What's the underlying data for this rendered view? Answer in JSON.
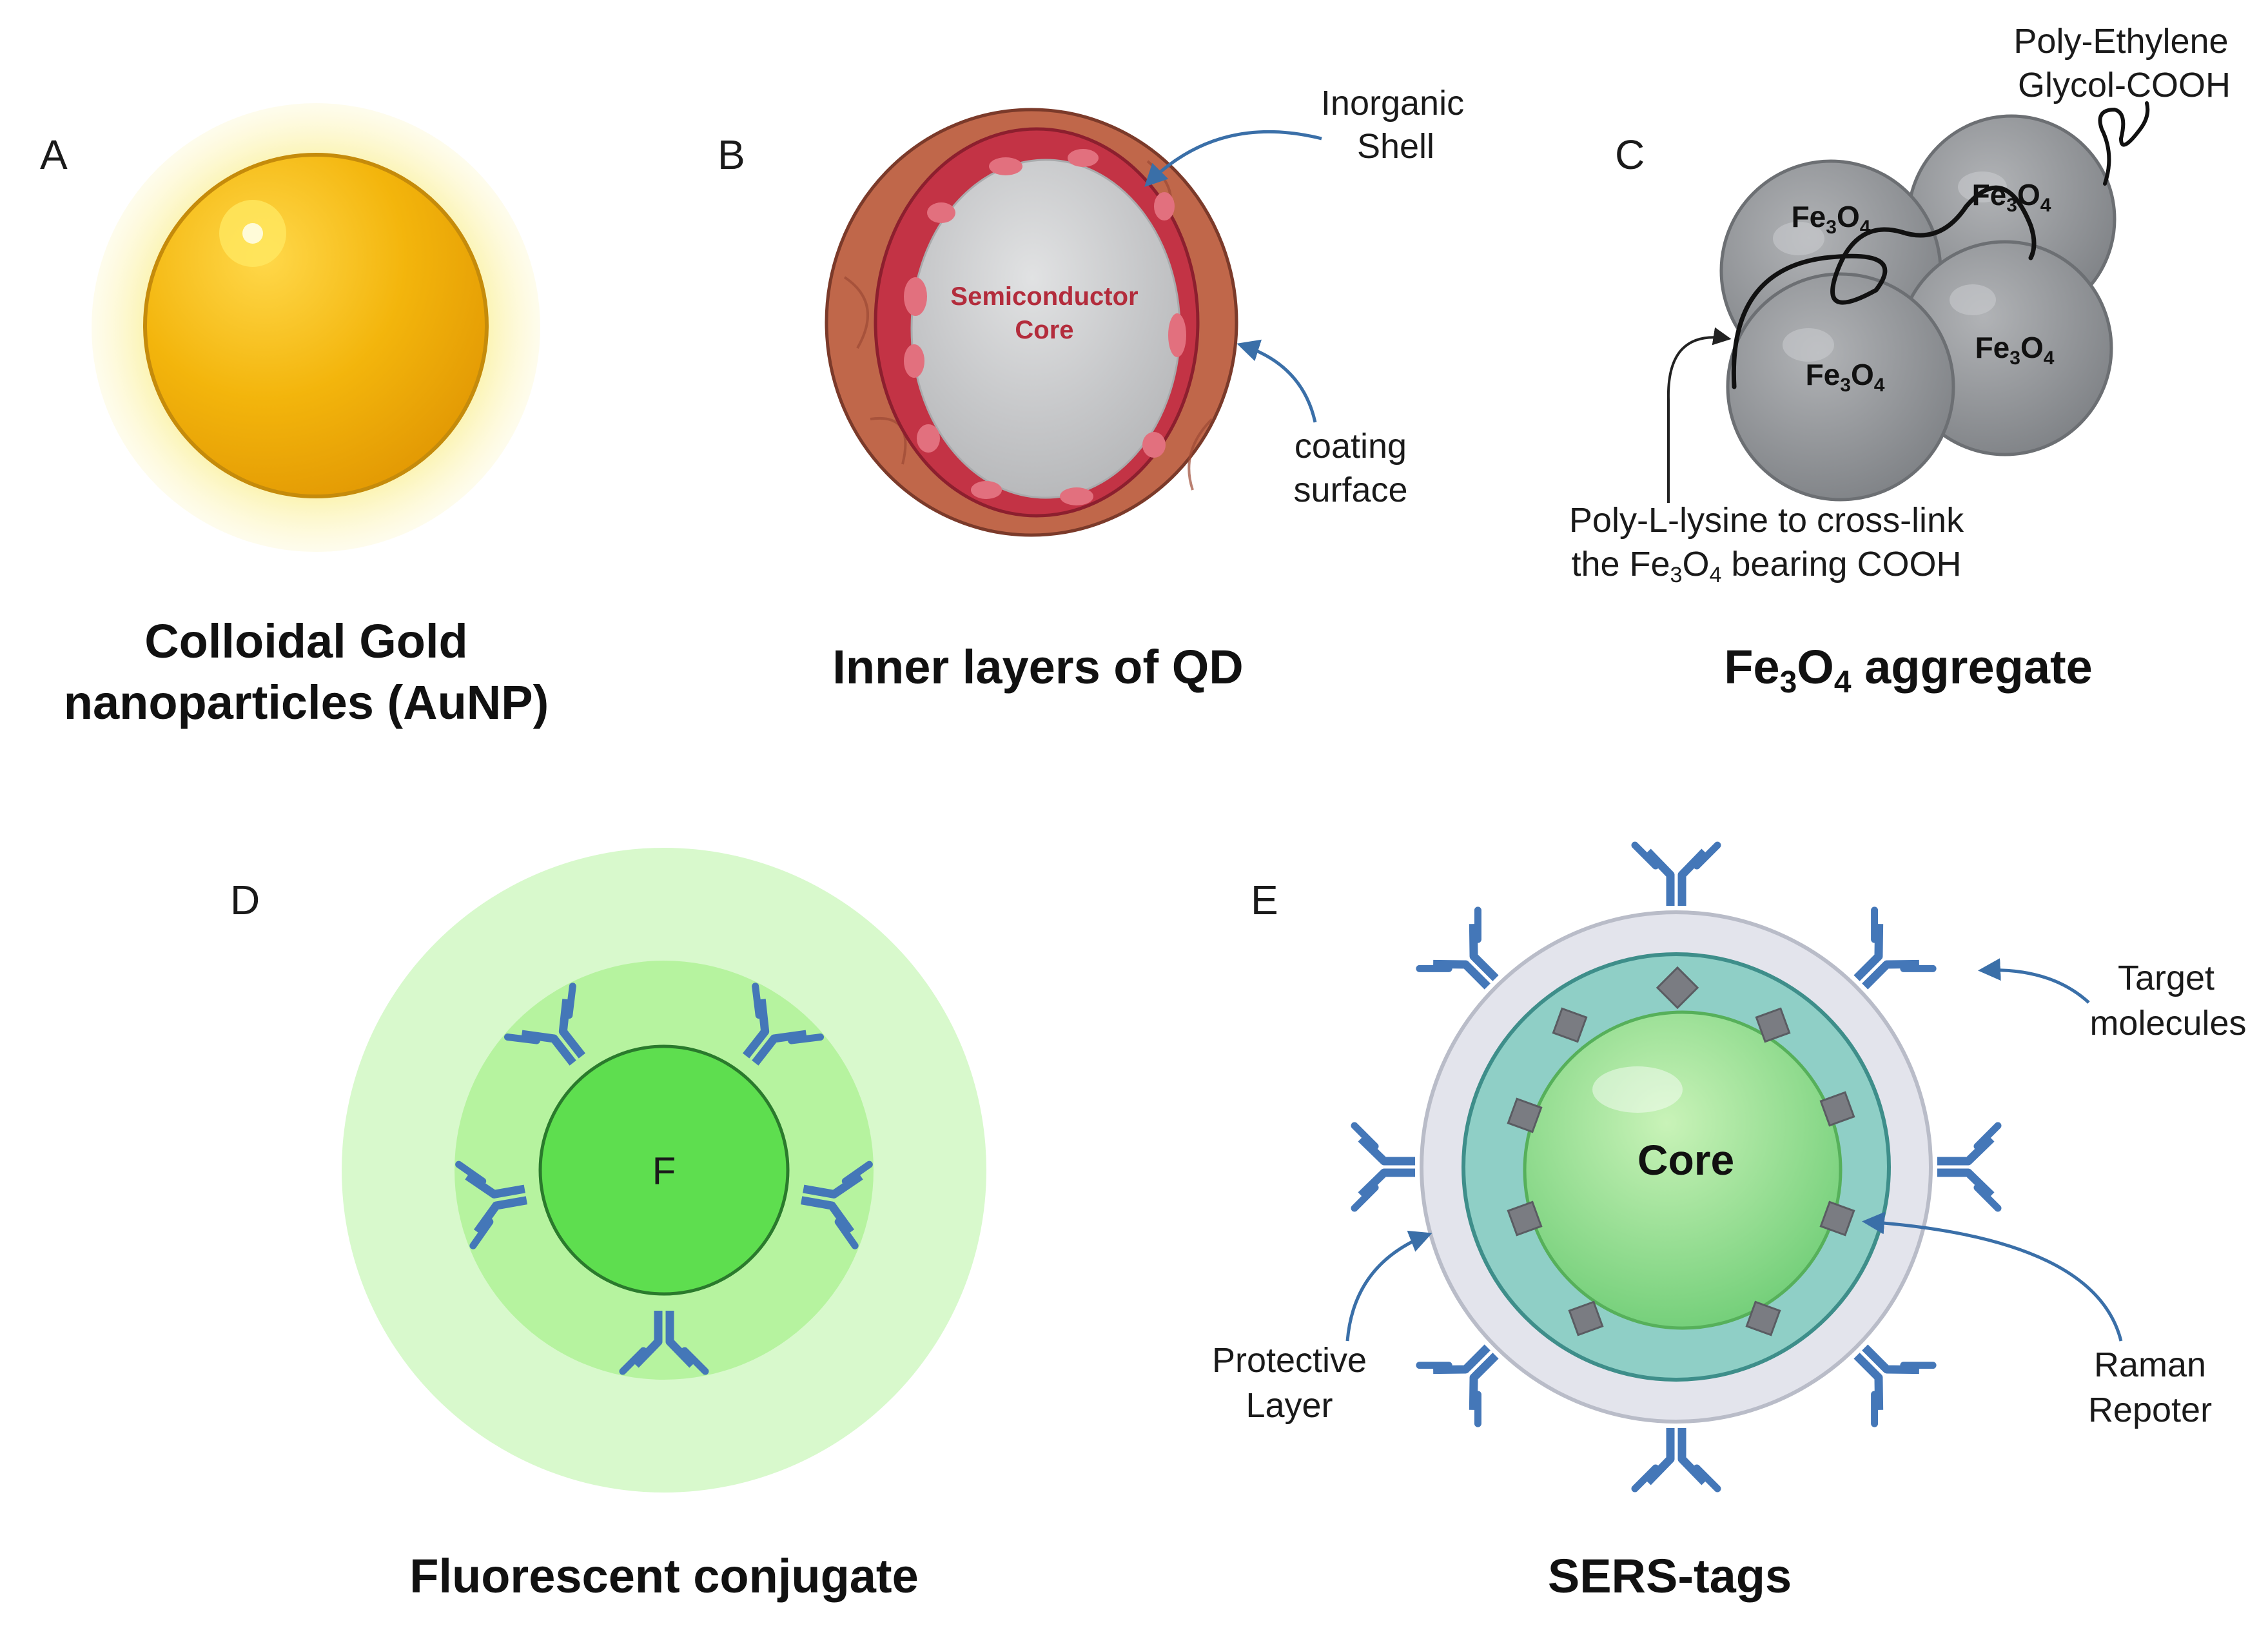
{
  "colors": {
    "gold": "#f2b20a",
    "gold_glow": "#fbf3a6",
    "shell_red": "#c83a4a",
    "core_gray": "#c9cacc",
    "iron_gray": "#8f9296",
    "antibody_blue": "#4477b8",
    "fluor_green": "#62dd54",
    "sers_teal": "#88c9c4",
    "arrow_blue": "#3a6fa8"
  },
  "panels": {
    "A": {
      "letter": "A",
      "title_line1": "Colloidal Gold",
      "title_line2": "nanoparticles (AuNP)"
    },
    "B": {
      "letter": "B",
      "core_line1": "Semiconductor",
      "core_line2": "Core",
      "shell_line1": "Inorganic",
      "shell_line2": "Shell",
      "coating_line1": "coating",
      "coating_line2": "surface",
      "title": "Inner layers of QD"
    },
    "C": {
      "letter": "C",
      "peg_line1": "Poly-Ethylene",
      "peg_line2": "Glycol-COOH",
      "sphere_label_base": "Fe",
      "sphere_label_sub1": "3",
      "sphere_label_mid": "O",
      "sphere_label_sub2": "4",
      "pll_line1": "Poly-L-lysine to cross-link",
      "pll_line2_a": "the Fe",
      "pll_line2_sub1": "3",
      "pll_line2_b": "O",
      "pll_line2_sub2": "4",
      "pll_line2_c": " bearing COOH",
      "title_a": "Fe",
      "title_sub1": "3",
      "title_b": "O",
      "title_sub2": "4",
      "title_c": " aggregate"
    },
    "D": {
      "letter": "D",
      "center": "F",
      "title": "Fluorescent conjugate"
    },
    "E": {
      "letter": "E",
      "core": "Core",
      "target_line1": "Target",
      "target_line2": "molecules",
      "protective_line1": "Protective",
      "protective_line2": "Layer",
      "raman_line1": "Raman",
      "raman_line2": "Repoter",
      "title": "SERS-tags"
    }
  }
}
